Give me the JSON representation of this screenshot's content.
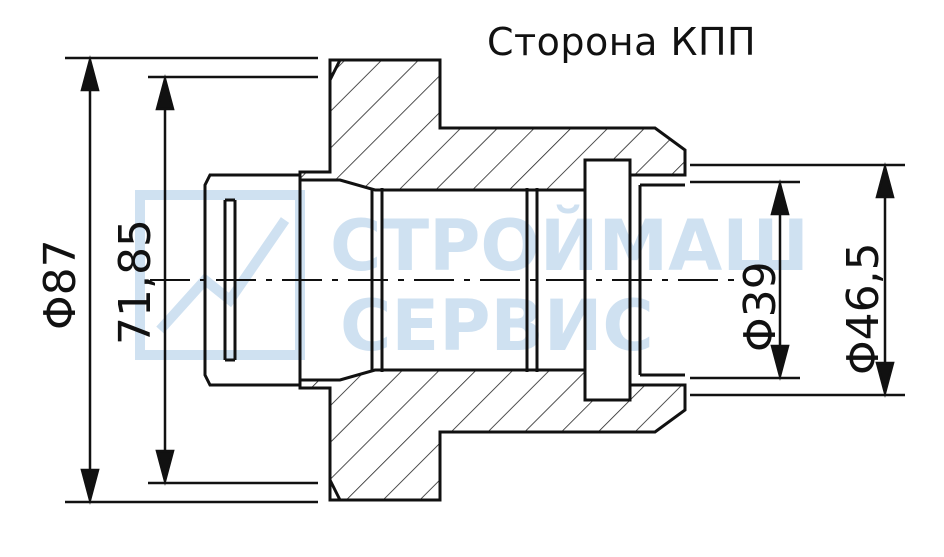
{
  "caption": "Сторона КПП",
  "dimensions": {
    "outer_diameter": "87",
    "inner_span": "71,85",
    "small_bore": "39",
    "bore": "46,5"
  },
  "watermark": {
    "line1": "СТРОЙМАШ",
    "line2": "СЕРВИС"
  },
  "diameter_symbol": "Φ"
}
